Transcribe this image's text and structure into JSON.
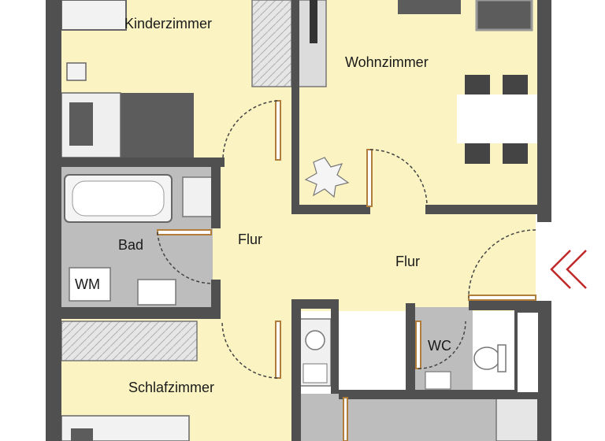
{
  "floorplan": {
    "rooms": {
      "kinderzimmer": "Kinderzimmer",
      "wohnzimmer": "Wohnzimmer",
      "bad": "Bad",
      "flur_left": "Flur",
      "flur_right": "Flur",
      "schlafzimmer": "Schlafzimmer",
      "wc": "WC"
    },
    "fixtures": {
      "washing_machine": "WM"
    },
    "colors": {
      "floor": "#fbf3c2",
      "wet_floor": "#bdbdbd",
      "wall": "#505050",
      "entry_arrow": "#c0282b"
    }
  }
}
